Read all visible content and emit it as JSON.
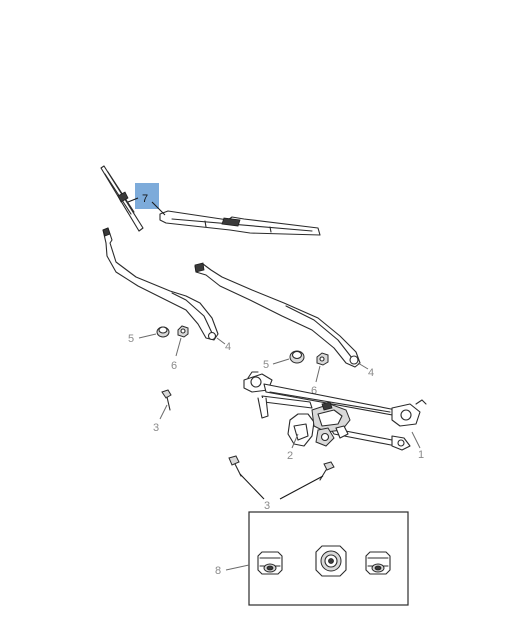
{
  "callouts": {
    "c1": "1",
    "c2": "2",
    "c3_left": "3",
    "c3_bottom": "3",
    "c4_left": "4",
    "c4_right": "4",
    "c5_left": "5",
    "c5_right": "5",
    "c6_left": "6",
    "c6_right": "6",
    "c7": "7",
    "c8": "8"
  },
  "colors": {
    "highlight": "#6fa2d6",
    "callout_text": "#8a8a8a",
    "line": "#2b2b2b"
  }
}
